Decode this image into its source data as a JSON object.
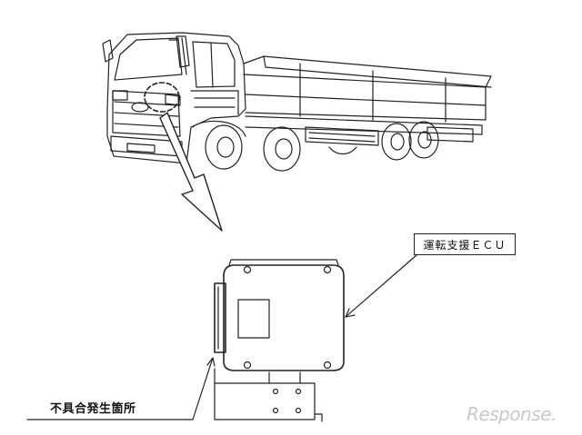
{
  "callouts": {
    "ecu_label": "運転支援ＥＣＵ",
    "defect_location": "不具合発生箇所"
  },
  "watermark": {
    "text": "Response."
  },
  "colors": {
    "line": "#222222",
    "watermark": "#c9c9c9",
    "background": "#ffffff"
  }
}
